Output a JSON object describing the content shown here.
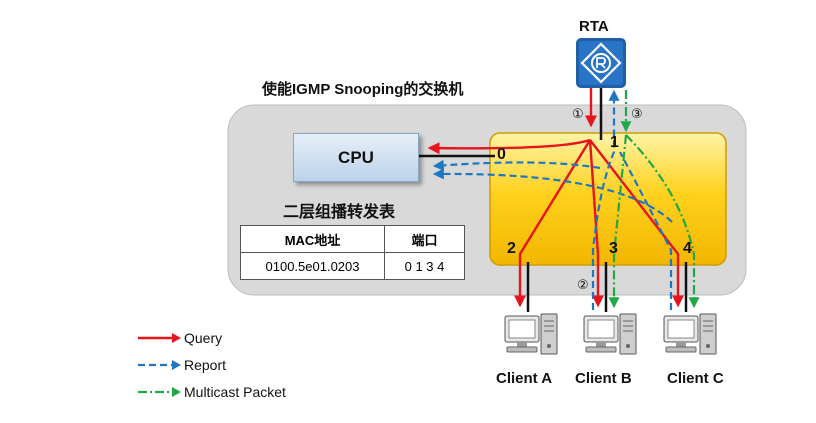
{
  "router": {
    "label": "RTA"
  },
  "switch": {
    "title": "使能IGMP Snooping的交换机"
  },
  "cpu": {
    "label": "CPU"
  },
  "forwarding_table": {
    "title": "二层组播转发表",
    "headers": [
      "MAC地址",
      "端口"
    ],
    "rows": [
      [
        "0100.5e01.0203",
        "0 1 3 4"
      ]
    ]
  },
  "ports": [
    "0",
    "1",
    "2",
    "3",
    "4"
  ],
  "steps": [
    "①",
    "②",
    "③"
  ],
  "clients": [
    "Client A",
    "Client B",
    "Client C"
  ],
  "legend": [
    {
      "label": "Query",
      "color": "#e8141b",
      "style": "solid"
    },
    {
      "label": "Report",
      "color": "#1f77c4",
      "style": "dashed"
    },
    {
      "label": "Multicast Packet",
      "color": "#1fa74a",
      "style": "dash-dot"
    }
  ],
  "colors": {
    "query": "#e8141b",
    "report": "#1f77c4",
    "multicast": "#1fa74a",
    "switch_fill": "#ffd21f",
    "background_panel": "#d9d9d9"
  }
}
